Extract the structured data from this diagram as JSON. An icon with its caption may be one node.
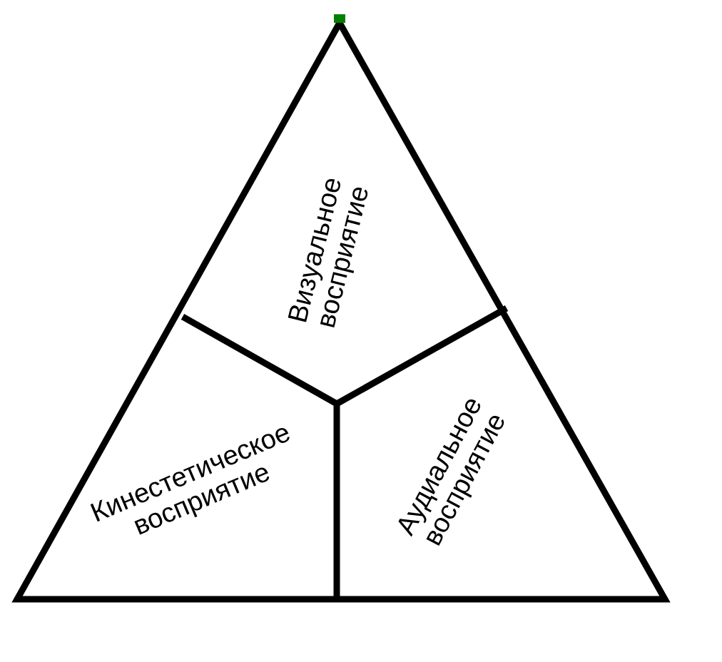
{
  "diagram": {
    "nodes": [
      {
        "text": [
          "Визуальное восприятие"
        ]
      },
      {
        "text": [
          "Кинестетическое восприятие"
        ]
      },
      {
        "text": [
          "Аудиальное восприятие"
        ]
      }
    ]
  }
}
